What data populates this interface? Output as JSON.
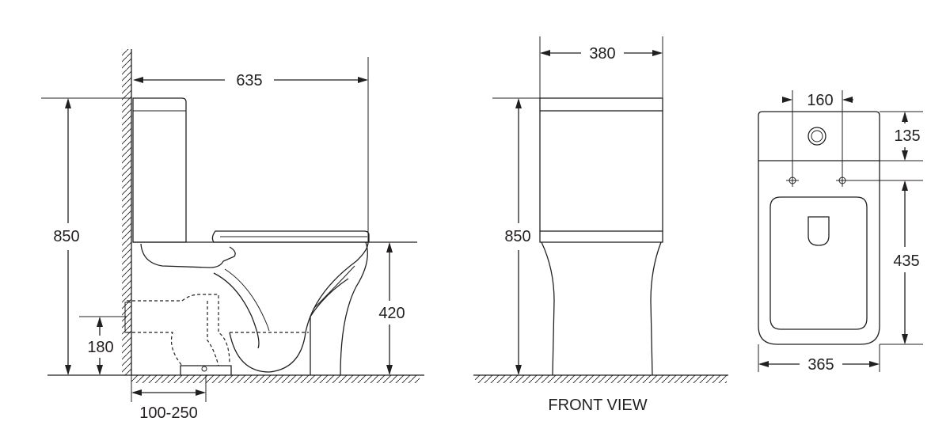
{
  "side_view": {
    "dims": {
      "length": "635",
      "height": "850",
      "seat_height": "420",
      "outlet_height": "180",
      "rough_in": "100-250"
    }
  },
  "front_view": {
    "caption": "FRONT VIEW",
    "dims": {
      "width": "380",
      "height": "850"
    }
  },
  "top_view": {
    "dims": {
      "hole_spacing": "160",
      "tank_depth": "135",
      "bowl_length": "435",
      "width": "365"
    }
  },
  "icons": [
    "wall-hatch",
    "floor-hatch",
    "dimension-arrow",
    "flush-button-icon",
    "fixing-hole-icon"
  ],
  "colors": {
    "line": "#231f20",
    "background": "#ffffff"
  }
}
